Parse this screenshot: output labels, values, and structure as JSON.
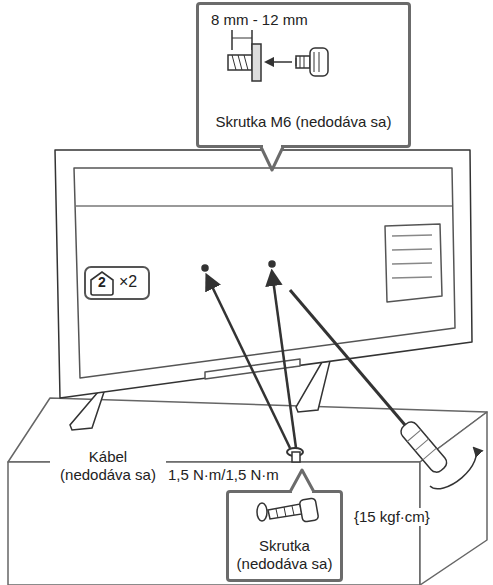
{
  "diagram": {
    "nodes": [
      {
        "text": [
          "8 mm - 12 mm",
          "Skrutka M6 (nedodáva sa)"
        ]
      },
      {
        "text": [
          "2",
          "×2"
        ]
      },
      {
        "text": [
          "Skrutka (nedodáva sa)"
        ]
      }
    ],
    "labels": [
      "Kábel (nedodáva sa)",
      "1,5 N·m/1,5 N·m",
      "{15 kgf·cm}"
    ]
  }
}
